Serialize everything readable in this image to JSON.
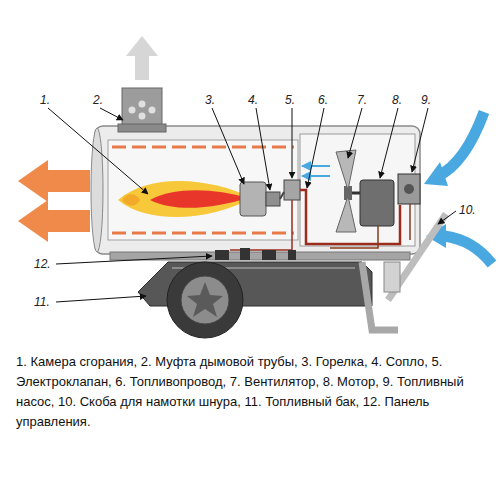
{
  "diagram": {
    "caption": "1. Камера сгорания, 2. Муфта дымовой трубы, 3. Горелка, 4. Сопло, 5. Электроклапан, 6. Топливопровод, 7. Вентилятор, 8. Мотор, 9. Топливный насос, 10. Скоба для намотки шнура, 11. Топливный бак, 12. Панель управления.",
    "labels": [
      "1.",
      "2.",
      "3.",
      "4.",
      "5.",
      "6.",
      "7.",
      "8.",
      "9.",
      "10.",
      "12.",
      "11."
    ]
  }
}
